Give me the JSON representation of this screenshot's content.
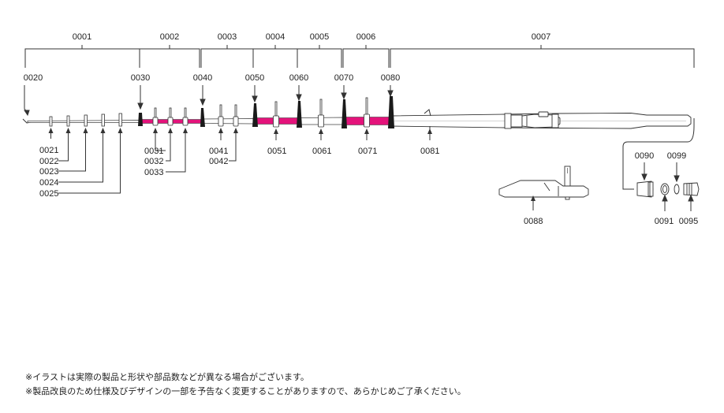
{
  "colors": {
    "line": "#333333",
    "accent": "#e4137b",
    "guide_band": "#1a1a1a",
    "text": "#222222"
  },
  "sections": [
    "0001",
    "0002",
    "0003",
    "0004",
    "0005",
    "0006",
    "0007"
  ],
  "joint_labels": [
    "0020",
    "0030",
    "0040",
    "0050",
    "0060",
    "0070",
    "0080"
  ],
  "guide_labels": {
    "section1": [
      "0021",
      "0022",
      "0023",
      "0024",
      "0025"
    ],
    "section2": [
      "0031",
      "0032",
      "0033"
    ],
    "section3": [
      "0041",
      "0042"
    ],
    "section4": "0051",
    "section5": "0061",
    "section6": "0071",
    "hook_keeper": "0081"
  },
  "parts": {
    "reel_seat": "0088",
    "butt_cap": "0090",
    "cap_ring": "0091",
    "o_ring": "0099",
    "screw_cap": "0095"
  },
  "notes": [
    "※イラストは実際の製品と形状や部品数などが異なる場合がございます。",
    "※製品改良のため仕様及びデザインの一部を予告なく変更することがありますので、あらかじめご了承ください。"
  ]
}
